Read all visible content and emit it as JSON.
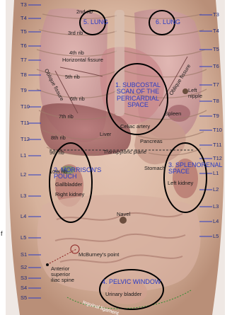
{
  "colors": {
    "accent": "#2b3cc4",
    "vertebral_text": "#1f2a78",
    "outline": "#000000",
    "skin": "#d9b7a3"
  },
  "vertebrae_left": [
    "T3",
    "T4",
    "T5",
    "T6",
    "T7",
    "T8",
    "T9",
    "T10",
    "T11",
    "T12",
    "L1",
    "L2",
    "L3",
    "L4",
    "L5",
    "S1",
    "S2",
    "S3",
    "S4",
    "S5"
  ],
  "vertebrae_right": [
    "T3",
    "T4",
    "T5",
    "T6",
    "T7",
    "T8",
    "T9",
    "T10",
    "T11",
    "T12",
    "L1",
    "L2",
    "L3",
    "L4",
    "L5"
  ],
  "zones": {
    "z1": {
      "line1": "1. SUBCOSTAL",
      "line2": "SCAN OF THE",
      "line3": "PERICARDIAL",
      "line4": "SPACE"
    },
    "z2": {
      "line1": "2. MORRISON'S",
      "line2": "POUCH"
    },
    "z3": {
      "line1": "3. SPLENORENAL",
      "line2": "SPACE"
    },
    "z4": {
      "label": "4. PELVIC WINDOW"
    },
    "z5": {
      "label": "5. LUNG"
    },
    "z6": {
      "label": "6. LUNG"
    }
  },
  "anatomy": {
    "rib2": "2nd rib",
    "rib3": "3rd rib",
    "rib4": "4th rib",
    "horizontal_fissure": "Horizontal fissure",
    "oblique_fissure_left": "Oblique fissure",
    "oblique_fissure_right": "Oblique fissure",
    "rib5": "5th rib",
    "rib6": "6th rib",
    "rib7": "7th rib",
    "rib8": "8th rib",
    "rib9": "9th rib",
    "rib10": "10th rib",
    "left_nipple_1": "Left",
    "left_nipple_2": "nipple",
    "spleen": "Spleen",
    "celiac": "Celiac artery",
    "liver": "Liver",
    "pancreas": "Pancreas",
    "transpyloric": "Transpyloric plane",
    "stomach": "Stomach",
    "gallbladder": "Gallbladder",
    "right_kidney": "Right kidney",
    "left_kidney": "Left kidney",
    "navel": "Navel",
    "mcburney": "McBurney's point",
    "asis1": "Anterior",
    "asis2": "superior",
    "asis3": "iliac spine",
    "urinary_bladder": "Urinary bladder",
    "inguinal": "Inguinal ligament",
    "edge_letter": "f"
  }
}
